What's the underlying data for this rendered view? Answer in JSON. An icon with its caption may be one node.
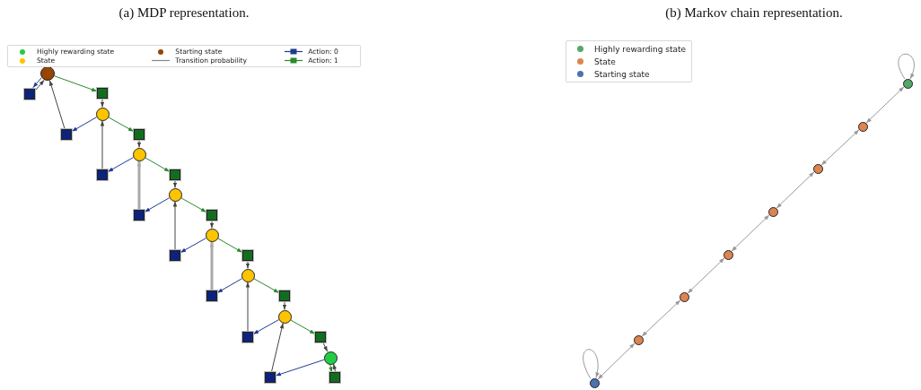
{
  "diagram": {
    "nodes": [
      {
        "text": [],
        "shape": "circle"
      },
      {
        "text": [],
        "shape": "box"
      },
      {
        "text": [],
        "shape": "box"
      },
      {
        "text": [],
        "shape": "circle"
      },
      {
        "text": [],
        "shape": "box"
      },
      {
        "text": [],
        "shape": "box"
      },
      {
        "text": [],
        "shape": "circle"
      },
      {
        "text": [],
        "shape": "box"
      },
      {
        "text": [],
        "shape": "box"
      },
      {
        "text": [],
        "shape": "circle"
      },
      {
        "text": [],
        "shape": "box"
      },
      {
        "text": [],
        "shape": "box"
      },
      {
        "text": [],
        "shape": "circle"
      },
      {
        "text": [],
        "shape": "box"
      },
      {
        "text": [],
        "shape": "box"
      },
      {
        "text": [],
        "shape": "circle"
      },
      {
        "text": [],
        "shape": "box"
      },
      {
        "text": [],
        "shape": "box"
      },
      {
        "text": [],
        "shape": "circle"
      },
      {
        "text": [],
        "shape": "box"
      },
      {
        "text": [],
        "shape": "box"
      },
      {
        "text": [],
        "shape": "circle"
      },
      {
        "text": [],
        "shape": "box"
      },
      {
        "text": [],
        "shape": "box"
      },
      {
        "text": [],
        "shape": "circle"
      },
      {
        "text": [],
        "shape": "circle"
      },
      {
        "text": [],
        "shape": "circle"
      },
      {
        "text": [],
        "shape": "circle"
      },
      {
        "text": [],
        "shape": "circle"
      },
      {
        "text": [],
        "shape": "circle"
      },
      {
        "text": [],
        "shape": "circle"
      },
      {
        "text": [],
        "shape": "circle"
      }
    ],
    "edges": [
      {
        "from": 0,
        "to": 1,
        "arrow": "to",
        "color": "#1f3a93"
      },
      {
        "from": 1,
        "to": 0,
        "arrow": "to"
      },
      {
        "from": 0,
        "to": 2,
        "arrow": "to",
        "color": "#2a8a2a"
      },
      {
        "from": 2,
        "to": 3,
        "arrow": "to"
      },
      {
        "from": 3,
        "to": 4,
        "arrow": "to",
        "color": "#1f3a93"
      },
      {
        "from": 4,
        "to": 0,
        "arrow": "to"
      },
      {
        "from": 3,
        "to": 5,
        "arrow": "to",
        "color": "#2a8a2a"
      },
      {
        "from": 5,
        "to": 6,
        "arrow": "to"
      },
      {
        "from": 6,
        "to": 7,
        "arrow": "to",
        "color": "#1f3a93"
      },
      {
        "from": 7,
        "to": 3,
        "arrow": "to"
      },
      {
        "from": 6,
        "to": 8,
        "arrow": "to",
        "color": "#2a8a2a"
      },
      {
        "from": 8,
        "to": 9,
        "arrow": "to"
      },
      {
        "from": 9,
        "to": 10,
        "arrow": "to",
        "color": "#1f3a93"
      },
      {
        "from": 10,
        "to": 6,
        "arrow": "to",
        "style": "thick",
        "color": "#aaaaaa"
      },
      {
        "from": 9,
        "to": 11,
        "arrow": "to",
        "color": "#2a8a2a"
      },
      {
        "from": 11,
        "to": 12,
        "arrow": "to"
      },
      {
        "from": 12,
        "to": 13,
        "arrow": "to",
        "color": "#1f3a93"
      },
      {
        "from": 13,
        "to": 9,
        "arrow": "to"
      },
      {
        "from": 12,
        "to": 14,
        "arrow": "to",
        "color": "#2a8a2a"
      },
      {
        "from": 14,
        "to": 15,
        "arrow": "to"
      },
      {
        "from": 15,
        "to": 16,
        "arrow": "to",
        "color": "#1f3a93"
      },
      {
        "from": 16,
        "to": 12,
        "arrow": "to",
        "style": "thick",
        "color": "#aaaaaa"
      },
      {
        "from": 15,
        "to": 17,
        "arrow": "to",
        "color": "#2a8a2a"
      },
      {
        "from": 17,
        "to": 18,
        "arrow": "to"
      },
      {
        "from": 18,
        "to": 19,
        "arrow": "to",
        "color": "#1f3a93"
      },
      {
        "from": 19,
        "to": 15,
        "arrow": "to"
      },
      {
        "from": 18,
        "to": 20,
        "arrow": "to",
        "color": "#2a8a2a"
      },
      {
        "from": 20,
        "to": 21,
        "arrow": "to"
      },
      {
        "from": 21,
        "to": 22,
        "arrow": "to",
        "color": "#1f3a93"
      },
      {
        "from": 22,
        "to": 18,
        "arrow": "to"
      },
      {
        "from": 21,
        "to": 23,
        "arrow": "to",
        "color": "#2a8a2a"
      },
      {
        "from": 23,
        "to": 21,
        "arrow": "to"
      },
      {
        "from": 24,
        "to": 24,
        "arrow": "to",
        "color": "#999999"
      },
      {
        "from": 24,
        "to": 25,
        "arrow": "both",
        "color": "#999999"
      },
      {
        "from": 25,
        "to": 26,
        "arrow": "both",
        "color": "#999999"
      },
      {
        "from": 26,
        "to": 27,
        "arrow": "both",
        "color": "#999999"
      },
      {
        "from": 27,
        "to": 28,
        "arrow": "both",
        "color": "#999999"
      },
      {
        "from": 28,
        "to": 29,
        "arrow": "both",
        "color": "#999999"
      },
      {
        "from": 29,
        "to": 30,
        "arrow": "both",
        "color": "#999999"
      },
      {
        "from": 30,
        "to": 31,
        "arrow": "both",
        "color": "#999999"
      },
      {
        "from": 31,
        "to": 31,
        "arrow": "to",
        "color": "#999999"
      }
    ],
    "labels": [
      "(a) MDP representation.",
      "(b) Markov chain representation."
    ],
    "legend": [
      {
        "text": "Highly rewarding state",
        "color": "#22cc44"
      },
      {
        "text": "State",
        "color": "#ffc400"
      },
      {
        "text": "Starting state",
        "color": "#994400"
      },
      {
        "text": "Transition probability"
      },
      {
        "text": "Action: 0"
      },
      {
        "text": "Action: 1"
      },
      {
        "text": "Highly rewarding state",
        "color": "#55a868"
      },
      {
        "text": "State",
        "color": "#dd8452"
      },
      {
        "text": "Starting state",
        "color": "#4c72b0"
      }
    ]
  }
}
